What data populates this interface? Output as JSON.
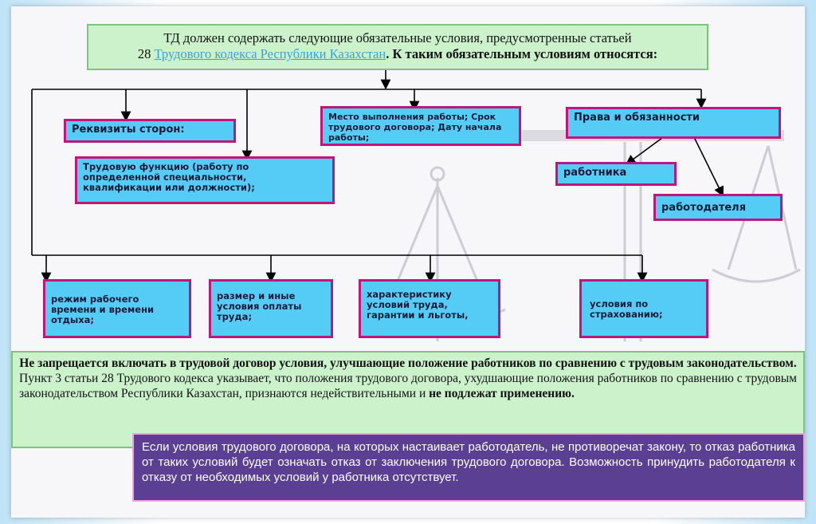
{
  "header": {
    "line1": "ТД должен содержать следующие обязательные условия, предусмотренные статьей",
    "line2_prefix": "28 ",
    "line2_link": "Трудового кодекса Республики Казахстан",
    "line2_bold": ". К таким обязательным условиям относятся:"
  },
  "boxes": {
    "rekvizity": "Реквизиты сторон:",
    "trud_funkciya": "Трудовую функцию (работу по определенной специальности, квалификации или должности);",
    "mesto": "Место выполнения работы; Срок трудового договора; Дату начала работы;",
    "prava": "Права и обязанности",
    "rabotnika": "работника",
    "rabotodatelya": "работодателя",
    "rezhim": "режим рабочего времени и времени отдыха;",
    "razmer": "размер и иные условия оплаты труда;",
    "harakteristika": "характеристику условий труда, гарантии и льготы,",
    "strahovanie": "условия по страхованию;"
  },
  "note1": {
    "bold_title": "Не запрещается включать в трудовой договор условия, улучшающие положение работников по сравнению с трудовым законодательством.",
    "paragraph": "Пункт 3 статьи 28 Трудового кодекса указывает, что положения трудового договора, ухудшающие положения работников по сравнению с трудовым законодательством Республики Казахстан, признаются недействительными и ",
    "paragraph_bold": "не подлежат применению."
  },
  "note2": {
    "text": "Если условия трудового договора, на которых настаивает работодатель, не противоречат закону, то отказ работника от таких условий будет означать отказ от заключения трудового договора. Возможность принудить работодателя к отказу от необходимых условий у работника отсутствует."
  },
  "colors": {
    "box_fill": "#55ccf5",
    "box_border": "#c2157a",
    "header_fill": "#ccf2cc",
    "note2_fill": "#5b3f93"
  }
}
